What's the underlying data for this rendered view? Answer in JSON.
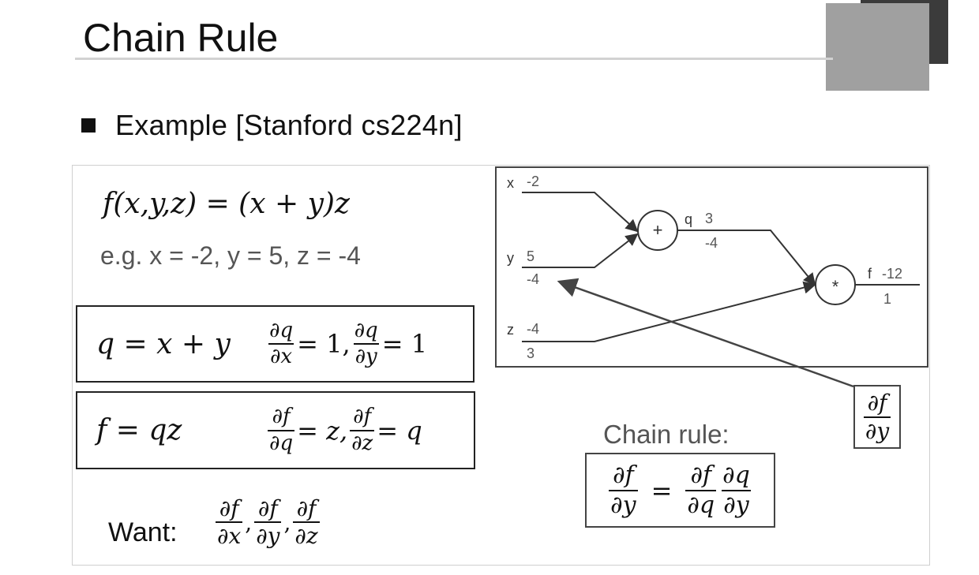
{
  "slide": {
    "title": "Chain Rule",
    "subtitle": "Example  [Stanford cs224n]"
  },
  "function": {
    "expr": "f(x,y,z) = (x + y)z",
    "example": "e.g. x = -2, y = 5, z = -4"
  },
  "box_q": {
    "def": "q = x + y",
    "d1_num": "∂q",
    "d1_den": "∂x",
    "d1_val": "= 1,",
    "d2_num": "∂q",
    "d2_den": "∂y",
    "d2_val": "= 1"
  },
  "box_f": {
    "def": "f = qz",
    "d1_num": "∂f",
    "d1_den": "∂q",
    "d1_val": "= z,",
    "d2_num": "∂f",
    "d2_den": "∂z",
    "d2_val": "= q"
  },
  "want": {
    "label": "Want:",
    "t1_num": "∂f",
    "t1_den": "∂x",
    "t2_num": "∂f",
    "t2_den": "∂y",
    "t3_num": "∂f",
    "t3_den": "∂z",
    "sep": ","
  },
  "graph": {
    "x_label": "x",
    "x_value": "-2",
    "y_label": "y",
    "y_value": "5",
    "y_grad": "-4",
    "z_label": "z",
    "z_value": "-4",
    "z_grad": "3",
    "plus_symbol": "+",
    "q_label": "q",
    "q_value": "3",
    "q_grad": "-4",
    "times_symbol": "*",
    "f_label": "f",
    "f_value": "-12",
    "f_grad": "1"
  },
  "callout": {
    "num": "∂f",
    "den": "∂y"
  },
  "chain_rule": {
    "label": "Chain rule:",
    "lhs_num": "∂f",
    "lhs_den": "∂y",
    "eq": "=",
    "a_num": "∂f",
    "a_den": "∂q",
    "b_num": "∂q",
    "b_den": "∂y"
  },
  "colors": {
    "background": "#ffffff",
    "title_rule": "#d2d2d2",
    "deco_dark": "#3b3b3b",
    "deco_light": "#a0a0a0",
    "text": "#111111",
    "muted_text": "#555555"
  }
}
